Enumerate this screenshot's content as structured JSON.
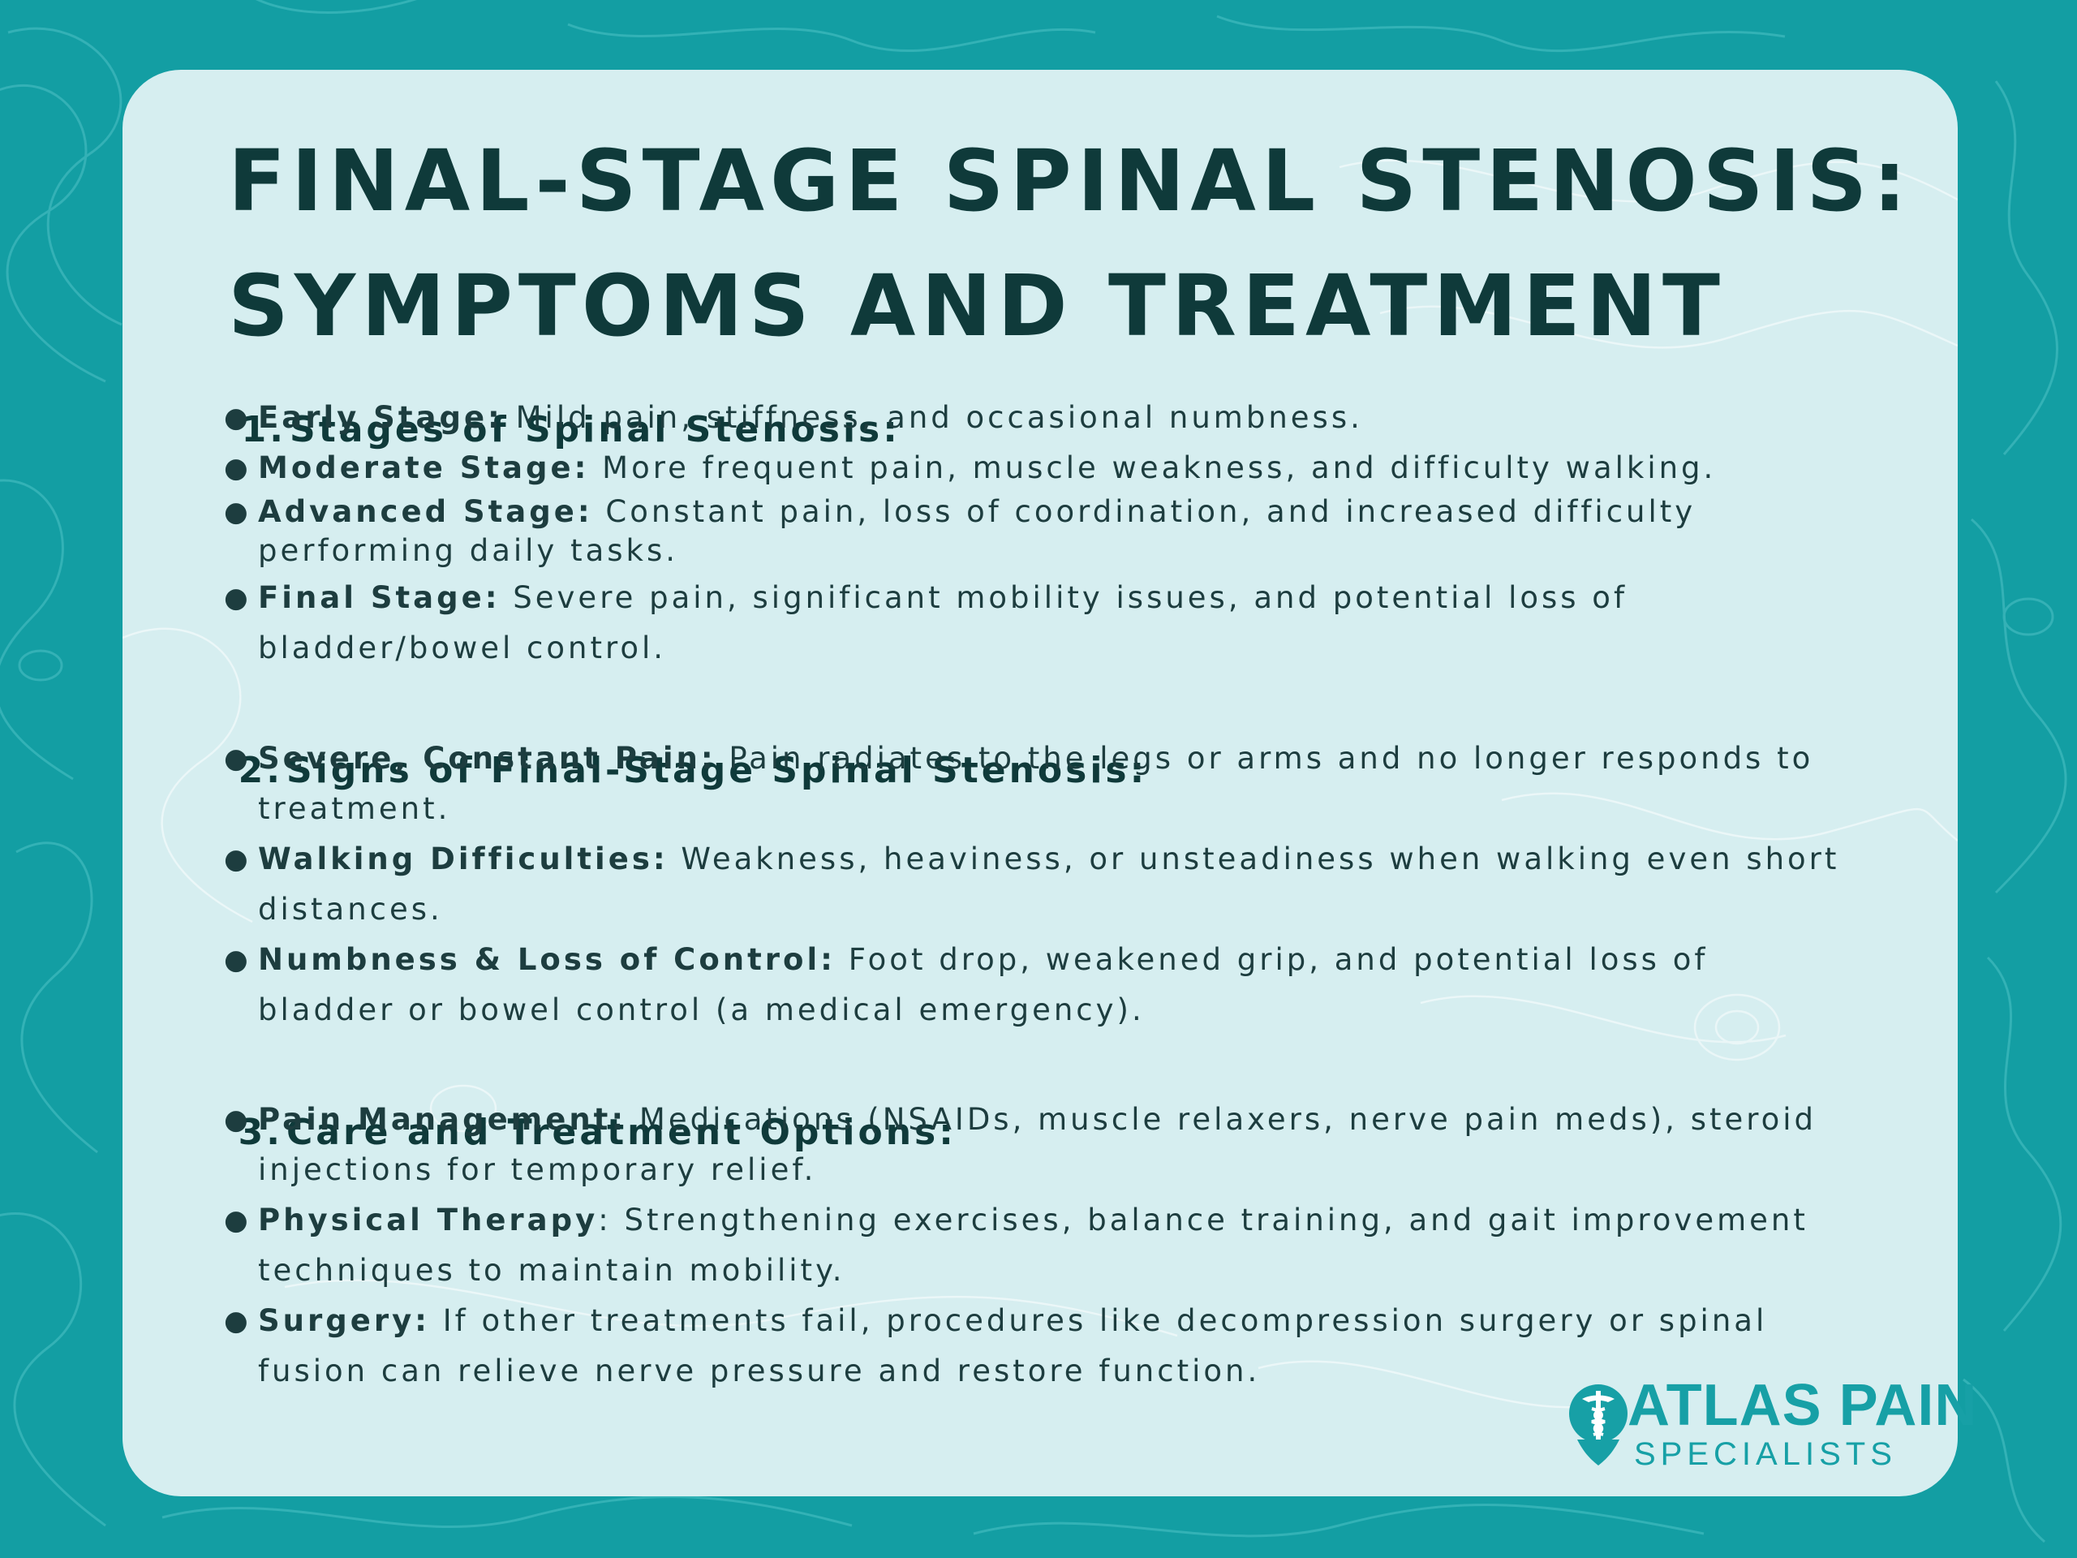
{
  "title": {
    "line1": "FINAL-STAGE SPINAL STENOSIS:",
    "line2": "SYMPTOMS AND TREATMENT"
  },
  "sections": [
    {
      "number": "1.",
      "heading": "Stages of Spinal Stenosis:",
      "items": [
        {
          "term": "Early Stage:",
          "text": "Mild pain, stiffness, and occasional numbness."
        },
        {
          "term": "Moderate Stage:",
          "text": "More frequent pain, muscle weakness, and difficulty walking."
        },
        {
          "term": "Advanced Stage:",
          "text": "Constant pain, loss of coordination, and increased difficulty performing daily tasks."
        },
        {
          "term": "Final Stage:",
          "text": "Severe pain, significant mobility issues, and potential loss of bladder/bowel control."
        }
      ]
    },
    {
      "number": "2.",
      "heading": "Signs of Final-Stage Spinal Stenosis:",
      "items": [
        {
          "term": "Severe, Constant Pain:",
          "text": "Pain radiates to the legs or arms and no longer responds to treatment."
        },
        {
          "term": "Walking Difficulties:",
          "text": "Weakness, heaviness, or unsteadiness when walking even short distances."
        },
        {
          "term": "Numbness & Loss of Control:",
          "text": "Foot drop, weakened grip, and potential loss of bladder or bowel control (a medical emergency)."
        }
      ]
    },
    {
      "number": "3.",
      "heading": "Care and Treatment Options:",
      "items": [
        {
          "term": "Pain Management:",
          "text": "Medications (NSAIDs, muscle relaxers, nerve pain meds), steroid injections for temporary relief."
        },
        {
          "term": "Physical Therapy",
          "text": ": Strengthening exercises, balance training, and gait improvement techniques to maintain mobility."
        },
        {
          "term": "Surgery:",
          "text": "If other treatments fail, procedures like decompression surgery or spinal fusion can relieve nerve pressure and restore function."
        }
      ]
    }
  ],
  "logo": {
    "line1": "ATLAS PAIN",
    "line2": "SPECIALISTS",
    "icon": "atlas-caduceus-icon"
  },
  "colors": {
    "background": "#139ea3",
    "card": "#d6eef0",
    "title": "#0f3a3a",
    "body": "#1d3d3f",
    "brand": "#17a0a6"
  }
}
